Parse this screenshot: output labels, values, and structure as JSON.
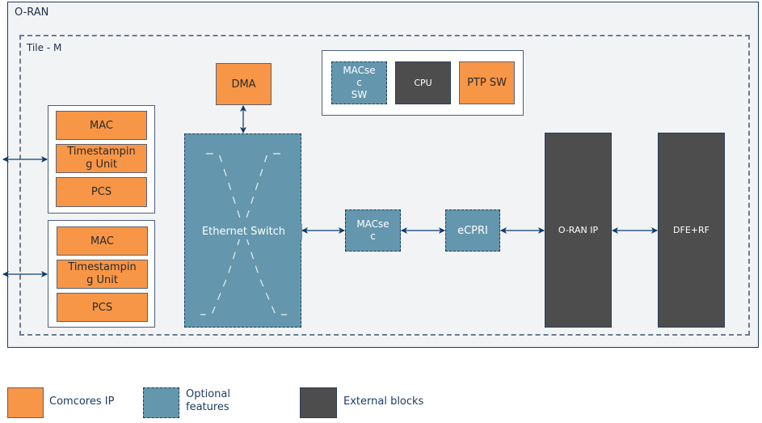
{
  "outer": {
    "label": "O-RAN"
  },
  "tile": {
    "label": "Tile - M"
  },
  "colors": {
    "comcores_ip": "#f79646",
    "optional": "#6497ad",
    "external": "#4d4d4d",
    "arrow": "#0f3a68"
  },
  "blocks": {
    "dma": "DMA",
    "macsec_sw": "MACse\nc\nSW",
    "cpu": "CPU",
    "ptp_sw": "PTP SW",
    "ethernet_switch": "Ethernet Switch",
    "macsec": "MACse\nc",
    "ecpri": "eCPRI",
    "oran_ip": "O-RAN IP",
    "dfe_rf": "DFE+RF"
  },
  "port_groups": [
    {
      "mac": "MAC",
      "timestamping": "Timestampin\ng Unit",
      "pcs": "PCS"
    },
    {
      "mac": "MAC",
      "timestamping": "Timestampin\ng Unit",
      "pcs": "PCS"
    }
  ],
  "legend": [
    {
      "label": "Comcores IP",
      "type": "comcores_ip"
    },
    {
      "label": "Optional\nfeatures",
      "type": "optional"
    },
    {
      "label": "External blocks",
      "type": "external"
    }
  ]
}
